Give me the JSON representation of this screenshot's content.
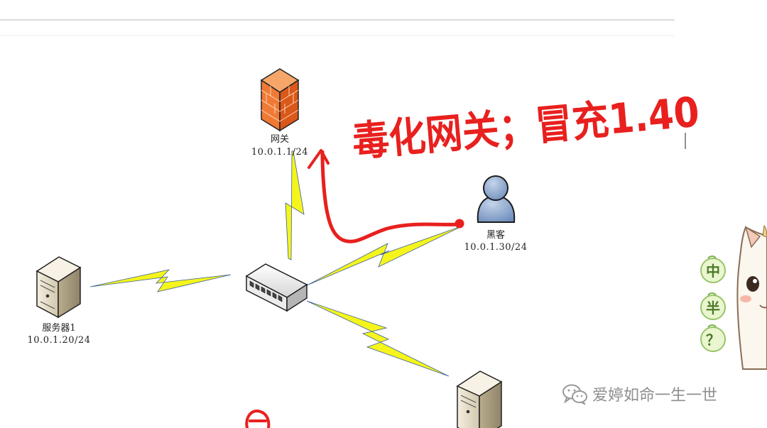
{
  "nodes": {
    "gateway": {
      "name": "网关",
      "ip": "10.0.1.1/24"
    },
    "hacker": {
      "name": "黑客",
      "ip": "10.0.1.30/24"
    },
    "server1": {
      "name": "服务器1",
      "ip": "10.0.1.20/24"
    }
  },
  "annotation": {
    "text": "毒化网关；冒充1.40",
    "color": "#e8201e"
  },
  "watermark": {
    "text": "爱婷如命一生一世",
    "icon": "wechat-icon"
  },
  "sticker": {
    "characters": [
      "中",
      "半",
      "？"
    ]
  },
  "colors": {
    "bolt": "#f5f51c",
    "firewall": "#f07a35",
    "hacker": "#8aa7cf"
  }
}
